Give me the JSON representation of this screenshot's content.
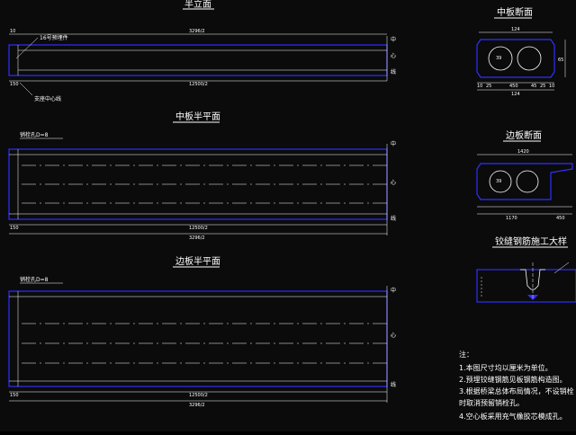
{
  "drawing": {
    "elevation": {
      "title": "半立面",
      "top_dim": "3296/2",
      "bottom_dim": "12500/2",
      "left_top": "10",
      "left_bottom": "150",
      "callout_anchor": "16号预埋件",
      "callout_center": "支座中心线",
      "side_labels": [
        "中",
        "心",
        "线"
      ]
    },
    "mid_plan": {
      "title": "中板半平面",
      "hole_label": "销栓孔D=8",
      "dim_inner": "12500/2",
      "dim_outer": "3296/2",
      "left_dim": "150",
      "side_labels": [
        "中",
        "心",
        "线"
      ]
    },
    "edge_plan": {
      "title": "边板半平面",
      "hole_label": "销栓孔D=8",
      "dim_inner": "12500/2",
      "dim_outer": "3296/2",
      "left_dim": "150",
      "side_labels": [
        "中",
        "心",
        "线"
      ]
    },
    "mid_section": {
      "title": "中板断面",
      "top_dim": "124",
      "bottom_dims": [
        "10",
        "25",
        "450",
        "45",
        "25",
        "10"
      ],
      "total": "124",
      "hole": "39",
      "height": "65"
    },
    "edge_section": {
      "title": "边板断面",
      "top_dim": "1420",
      "bottom_dims": [
        "1170",
        "450"
      ],
      "hole": "39"
    },
    "detail": {
      "title": "铰缝钢筋施工大样"
    },
    "notes": {
      "heading": "注：",
      "items": [
        "1.本图尺寸均以厘米为单位。",
        "2.预埋铰缝钢筋见板钢筋构造图。",
        "3.根据桥梁总体布局情况，不设销栓",
        "   时取消预留销栓孔。",
        "4.空心板采用充气橡胶芯模成孔。"
      ]
    }
  }
}
